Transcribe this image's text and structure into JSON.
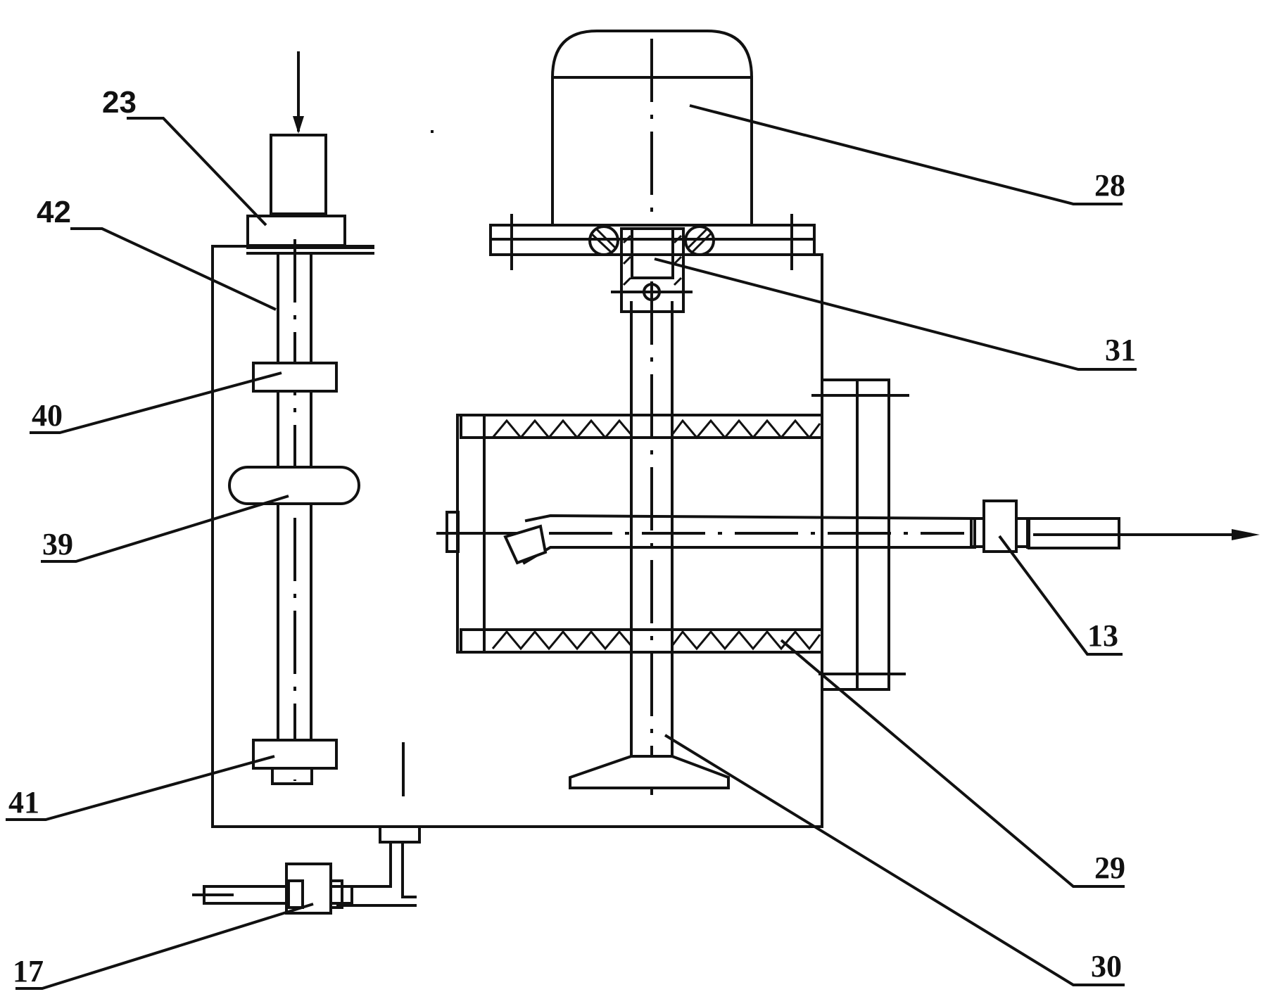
{
  "diagram": {
    "callouts": {
      "c13": "13",
      "c17": "17",
      "c23": "23",
      "c28": "28",
      "c29": "29",
      "c30": "30",
      "c31": "31",
      "c39": "39",
      "c40": "40",
      "c41": "41",
      "c42": "42"
    },
    "flow_arrows": [
      "inlet-arrow-down",
      "outlet-arrow-right"
    ]
  },
  "colors": {
    "line": "#111111",
    "background": "#ffffff"
  }
}
